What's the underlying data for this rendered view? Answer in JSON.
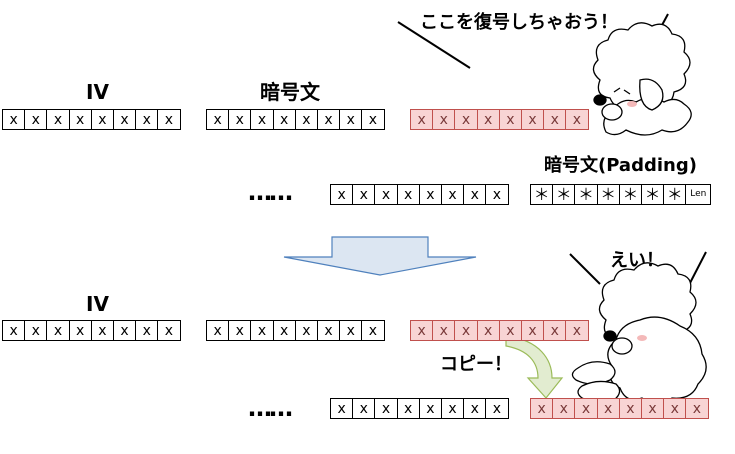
{
  "labels": {
    "iv_top": "IV",
    "ciphertext_top": "暗号文",
    "padding": "暗号文(Padding)",
    "iv_bottom": "IV",
    "dots_top": "……",
    "dots_bottom": "……"
  },
  "speech": {
    "decrypt": "ここを復号しちゃおう！",
    "ei": "えい！",
    "copy": "コピー！"
  },
  "cell": {
    "x": "x",
    "star": "＊",
    "len": "Len"
  },
  "colors": {
    "highlight_fill": "#f8d4d4",
    "highlight_border": "#c0504d",
    "arrow_fill": "#dce6f2",
    "arrow_stroke": "#4f81bd",
    "copy_arrow_fill": "#e2ecd0",
    "copy_arrow_stroke": "#9bbb59"
  }
}
